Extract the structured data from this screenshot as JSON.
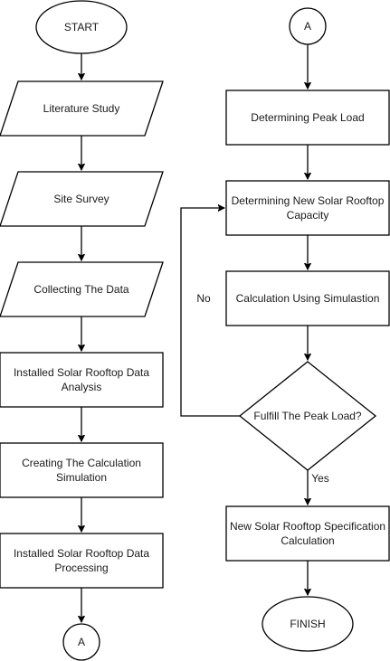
{
  "nodes": {
    "start": {
      "label": "START"
    },
    "literature_study": {
      "label": "Literature Study"
    },
    "site_survey": {
      "label": "Site Survey"
    },
    "collecting_data": {
      "label": "Collecting The Data"
    },
    "installed_analysis": {
      "label_line1": "Installed Solar Rooftop Data",
      "label_line2": "Analysis"
    },
    "creating_simulation": {
      "label_line1": "Creating The Calculation",
      "label_line2": "Simulation"
    },
    "installed_processing": {
      "label_line1": "Installed Solar Rooftop Data",
      "label_line2": "Processing"
    },
    "connector_bottom": {
      "label": "A"
    },
    "connector_top": {
      "label": "A"
    },
    "peak_load": {
      "label": "Determining Peak Load"
    },
    "new_capacity": {
      "label_line1": "Determining New Solar Rooftop",
      "label_line2": "Capacity"
    },
    "calc_simulation": {
      "label": "Calculation Using Simulastion"
    },
    "decision": {
      "label": "Fulfill The Peak Load?"
    },
    "spec_calc": {
      "label_line1": "New Solar Rooftop Specification",
      "label_line2": "Calculation"
    },
    "finish": {
      "label": "FINISH"
    }
  },
  "edges": {
    "no_label": "No",
    "yes_label": "Yes"
  }
}
